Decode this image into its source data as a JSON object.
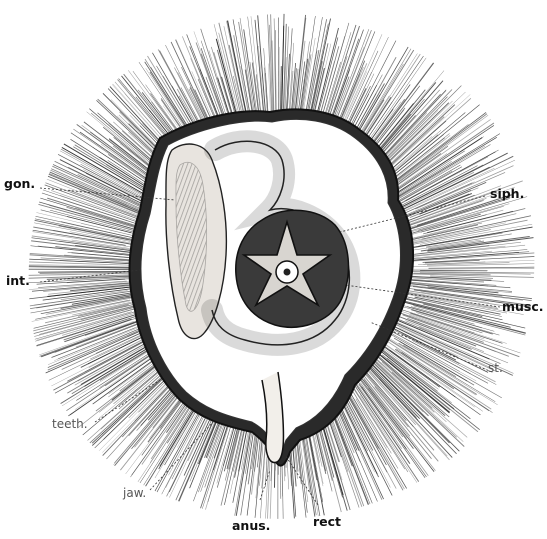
{
  "labels": {
    "gon": "gon.",
    "int": "int.",
    "teeth": "teeth.",
    "jaw": "jaw.",
    "anus": "anus.",
    "rect": "rect",
    "siph": "siph.",
    "musc": "musc.",
    "st": "st."
  },
  "colors": {
    "ink": "#1a1a1a",
    "paper": "#ffffff"
  }
}
